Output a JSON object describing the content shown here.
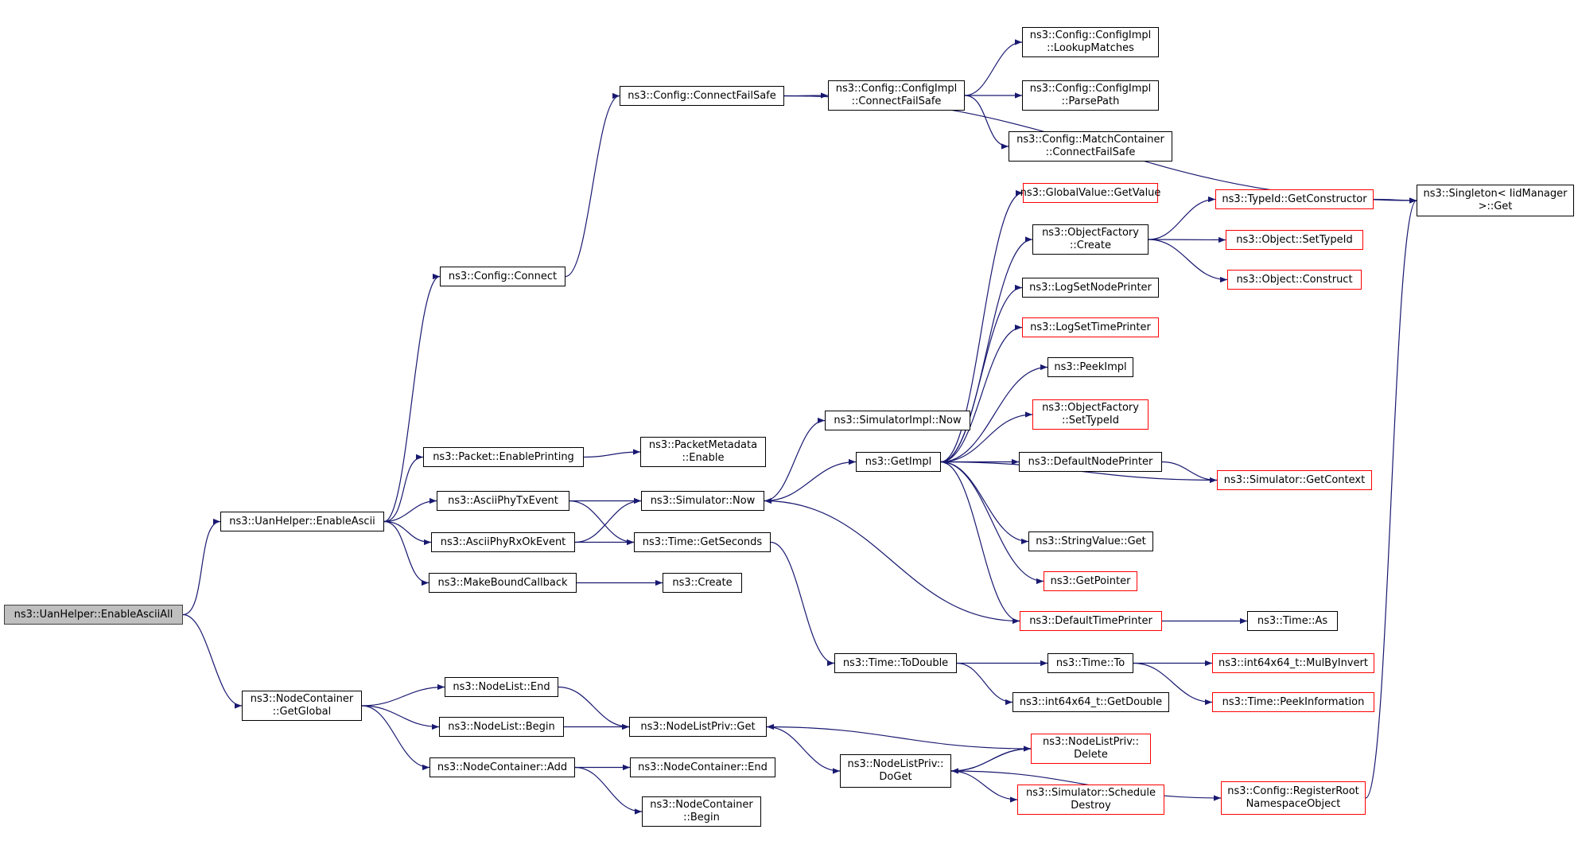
{
  "colors": {
    "edge": "#191970",
    "node_border": "#000000",
    "external_border": "#ff0000",
    "root_fill": "#bfbfbf"
  },
  "nodes": [
    {
      "id": "root",
      "lines": [
        "ns3::UanHelper::EnableAsciiAll"
      ],
      "style": "root"
    },
    {
      "id": "enableascii",
      "lines": [
        "ns3::UanHelper::EnableAscii"
      ],
      "style": "normal"
    },
    {
      "id": "getglobal",
      "lines": [
        "ns3::NodeContainer",
        "::GetGlobal"
      ],
      "style": "normal"
    },
    {
      "id": "config_connect",
      "lines": [
        "ns3::Config::Connect"
      ],
      "style": "normal"
    },
    {
      "id": "connectfailsafe",
      "lines": [
        "ns3::Config::ConnectFailSafe"
      ],
      "style": "normal"
    },
    {
      "id": "impl_connectfailsafe",
      "lines": [
        "ns3::Config::ConfigImpl",
        "::ConnectFailSafe"
      ],
      "style": "normal"
    },
    {
      "id": "lookupmatches",
      "lines": [
        "ns3::Config::ConfigImpl",
        "::LookupMatches"
      ],
      "style": "normal"
    },
    {
      "id": "parsepath",
      "lines": [
        "ns3::Config::ConfigImpl",
        "::ParsePath"
      ],
      "style": "normal"
    },
    {
      "id": "mc_connectfailsafe",
      "lines": [
        "ns3::Config::MatchContainer",
        "::ConnectFailSafe"
      ],
      "style": "normal"
    },
    {
      "id": "singleton_get",
      "lines": [
        "ns3::Singleton< IidManager",
        " >::Get"
      ],
      "style": "normal"
    },
    {
      "id": "packet_enableprinting",
      "lines": [
        "ns3::Packet::EnablePrinting"
      ],
      "style": "normal"
    },
    {
      "id": "packetmetadata_enable",
      "lines": [
        "ns3::PacketMetadata",
        "::Enable"
      ],
      "style": "normal"
    },
    {
      "id": "asciiphytx",
      "lines": [
        "ns3::AsciiPhyTxEvent"
      ],
      "style": "normal"
    },
    {
      "id": "asciiphyrx",
      "lines": [
        "ns3::AsciiPhyRxOkEvent"
      ],
      "style": "normal"
    },
    {
      "id": "makeboundcallback",
      "lines": [
        "ns3::MakeBoundCallback"
      ],
      "style": "normal"
    },
    {
      "id": "simulatorimpl_now",
      "lines": [
        "ns3::SimulatorImpl::Now"
      ],
      "style": "normal"
    },
    {
      "id": "simulator_now",
      "lines": [
        "ns3::Simulator::Now"
      ],
      "style": "normal"
    },
    {
      "id": "time_getseconds",
      "lines": [
        "ns3::Time::GetSeconds"
      ],
      "style": "normal"
    },
    {
      "id": "create",
      "lines": [
        "ns3::Create"
      ],
      "style": "normal"
    },
    {
      "id": "getimpl",
      "lines": [
        "ns3::GetImpl"
      ],
      "style": "normal"
    },
    {
      "id": "globalvalue_getvalue",
      "lines": [
        "ns3::GlobalValue::GetValue"
      ],
      "style": "external"
    },
    {
      "id": "objectfactory_create",
      "lines": [
        "ns3::ObjectFactory",
        "::Create"
      ],
      "style": "normal"
    },
    {
      "id": "logsetnodeprinter",
      "lines": [
        "ns3::LogSetNodePrinter"
      ],
      "style": "normal"
    },
    {
      "id": "logsettimeprinter",
      "lines": [
        "ns3::LogSetTimePrinter"
      ],
      "style": "external"
    },
    {
      "id": "peekimpl",
      "lines": [
        "ns3::PeekImpl"
      ],
      "style": "normal"
    },
    {
      "id": "objectfactory_settypeid",
      "lines": [
        "ns3::ObjectFactory",
        "::SetTypeId"
      ],
      "style": "external"
    },
    {
      "id": "defaultnodeprinter",
      "lines": [
        "ns3::DefaultNodePrinter"
      ],
      "style": "normal"
    },
    {
      "id": "stringvalue_get",
      "lines": [
        "ns3::StringValue::Get"
      ],
      "style": "normal"
    },
    {
      "id": "getpointer",
      "lines": [
        "ns3::GetPointer"
      ],
      "style": "external"
    },
    {
      "id": "defaulttimeprinter",
      "lines": [
        "ns3::DefaultTimePrinter"
      ],
      "style": "external"
    },
    {
      "id": "typeid_getconstructor",
      "lines": [
        "ns3::TypeId::GetConstructor"
      ],
      "style": "external"
    },
    {
      "id": "object_settypeid",
      "lines": [
        "ns3::Object::SetTypeId"
      ],
      "style": "external"
    },
    {
      "id": "object_construct",
      "lines": [
        "ns3::Object::Construct"
      ],
      "style": "external"
    },
    {
      "id": "simulator_getcontext",
      "lines": [
        "ns3::Simulator::GetContext"
      ],
      "style": "external"
    },
    {
      "id": "time_as",
      "lines": [
        "ns3::Time::As"
      ],
      "style": "normal"
    },
    {
      "id": "time_todouble",
      "lines": [
        "ns3::Time::ToDouble"
      ],
      "style": "normal"
    },
    {
      "id": "time_to",
      "lines": [
        "ns3::Time::To"
      ],
      "style": "normal"
    },
    {
      "id": "int64_getdouble",
      "lines": [
        "ns3::int64x64_t::GetDouble"
      ],
      "style": "normal"
    },
    {
      "id": "int64_mulbyinvert",
      "lines": [
        "ns3::int64x64_t::MulByInvert"
      ],
      "style": "external"
    },
    {
      "id": "time_peekinformation",
      "lines": [
        "ns3::Time::PeekInformation"
      ],
      "style": "external"
    },
    {
      "id": "nodelist_end",
      "lines": [
        "ns3::NodeList::End"
      ],
      "style": "normal"
    },
    {
      "id": "nodelist_begin",
      "lines": [
        "ns3::NodeList::Begin"
      ],
      "style": "normal"
    },
    {
      "id": "nodecontainer_add",
      "lines": [
        "ns3::NodeContainer::Add"
      ],
      "style": "normal"
    },
    {
      "id": "nodelistpriv_get",
      "lines": [
        "ns3::NodeListPriv::Get"
      ],
      "style": "normal"
    },
    {
      "id": "nodecontainer_end",
      "lines": [
        "ns3::NodeContainer::End"
      ],
      "style": "normal"
    },
    {
      "id": "nodecontainer_begin",
      "lines": [
        "ns3::NodeContainer",
        "::Begin"
      ],
      "style": "normal"
    },
    {
      "id": "nodelistpriv_doget",
      "lines": [
        "ns3::NodeListPriv::",
        "DoGet"
      ],
      "style": "normal"
    },
    {
      "id": "nodelistpriv_delete",
      "lines": [
        "ns3::NodeListPriv::",
        "Delete"
      ],
      "style": "external"
    },
    {
      "id": "simulator_scheduledestroy",
      "lines": [
        "ns3::Simulator::Schedule",
        "Destroy"
      ],
      "style": "external"
    },
    {
      "id": "registerroot",
      "lines": [
        "ns3::Config::RegisterRoot",
        "NamespaceObject"
      ],
      "style": "external"
    }
  ],
  "edges": [
    [
      "root",
      "enableascii"
    ],
    [
      "root",
      "getglobal"
    ],
    [
      "enableascii",
      "config_connect"
    ],
    [
      "enableascii",
      "packet_enableprinting"
    ],
    [
      "enableascii",
      "asciiphytx"
    ],
    [
      "enableascii",
      "asciiphyrx"
    ],
    [
      "enableascii",
      "makeboundcallback"
    ],
    [
      "config_connect",
      "connectfailsafe"
    ],
    [
      "connectfailsafe",
      "impl_connectfailsafe"
    ],
    [
      "connectfailsafe",
      "singleton_get"
    ],
    [
      "impl_connectfailsafe",
      "lookupmatches"
    ],
    [
      "impl_connectfailsafe",
      "parsepath"
    ],
    [
      "impl_connectfailsafe",
      "mc_connectfailsafe"
    ],
    [
      "packet_enableprinting",
      "packetmetadata_enable"
    ],
    [
      "asciiphytx",
      "simulator_now"
    ],
    [
      "asciiphytx",
      "time_getseconds"
    ],
    [
      "asciiphyrx",
      "simulator_now"
    ],
    [
      "asciiphyrx",
      "time_getseconds"
    ],
    [
      "makeboundcallback",
      "create"
    ],
    [
      "simulator_now",
      "simulatorimpl_now"
    ],
    [
      "simulator_now",
      "getimpl"
    ],
    [
      "time_getseconds",
      "time_todouble"
    ],
    [
      "getimpl",
      "globalvalue_getvalue"
    ],
    [
      "getimpl",
      "objectfactory_create"
    ],
    [
      "getimpl",
      "logsetnodeprinter"
    ],
    [
      "getimpl",
      "logsettimeprinter"
    ],
    [
      "getimpl",
      "peekimpl"
    ],
    [
      "getimpl",
      "objectfactory_settypeid"
    ],
    [
      "getimpl",
      "defaultnodeprinter"
    ],
    [
      "getimpl",
      "stringvalue_get"
    ],
    [
      "getimpl",
      "getpointer"
    ],
    [
      "getimpl",
      "defaulttimeprinter"
    ],
    [
      "objectfactory_create",
      "typeid_getconstructor"
    ],
    [
      "objectfactory_create",
      "object_settypeid"
    ],
    [
      "objectfactory_create",
      "object_construct"
    ],
    [
      "typeid_getconstructor",
      "singleton_get"
    ],
    [
      "defaultnodeprinter",
      "simulator_getcontext"
    ],
    [
      "simulator_getcontext",
      "getimpl"
    ],
    [
      "defaulttimeprinter",
      "simulator_now"
    ],
    [
      "defaulttimeprinter",
      "time_as"
    ],
    [
      "time_todouble",
      "time_to"
    ],
    [
      "time_todouble",
      "int64_getdouble"
    ],
    [
      "time_to",
      "int64_mulbyinvert"
    ],
    [
      "time_to",
      "time_peekinformation"
    ],
    [
      "getglobal",
      "nodelist_end"
    ],
    [
      "getglobal",
      "nodelist_begin"
    ],
    [
      "getglobal",
      "nodecontainer_add"
    ],
    [
      "nodelist_end",
      "nodelistpriv_get"
    ],
    [
      "nodelist_begin",
      "nodelistpriv_get"
    ],
    [
      "nodecontainer_add",
      "nodecontainer_end"
    ],
    [
      "nodecontainer_add",
      "nodecontainer_begin"
    ],
    [
      "nodelistpriv_get",
      "nodelistpriv_doget"
    ],
    [
      "nodelistpriv_doget",
      "nodelistpriv_delete"
    ],
    [
      "nodelistpriv_doget",
      "simulator_scheduledestroy"
    ],
    [
      "nodelistpriv_doget",
      "registerroot"
    ],
    [
      "nodelistpriv_delete",
      "nodelistpriv_get"
    ],
    [
      "nodelistpriv_delete",
      "nodelistpriv_doget"
    ],
    [
      "registerroot",
      "singleton_get"
    ]
  ]
}
